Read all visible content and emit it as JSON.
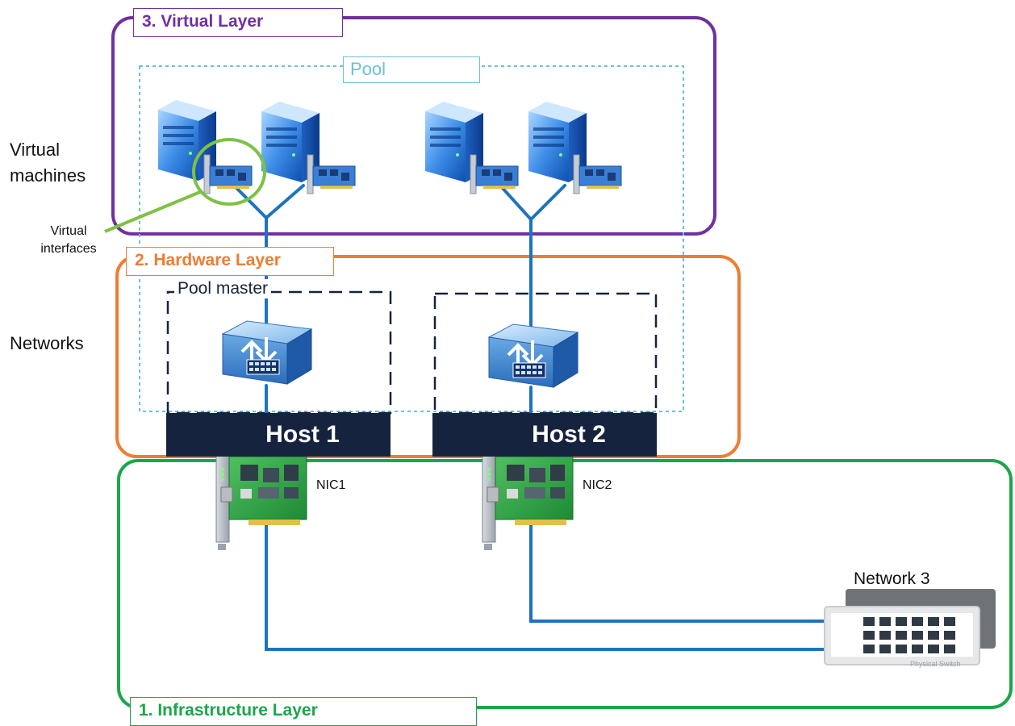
{
  "side_labels": {
    "virtual_machines_line1": "Virtual",
    "virtual_machines_line2": "machines",
    "virtual_interfaces_line1": "Virtual",
    "virtual_interfaces_line2": "interfaces",
    "networks": "Networks"
  },
  "layers": {
    "virtual": {
      "label": "3. Virtual Layer",
      "color": "#7030a0"
    },
    "hardware": {
      "label": "2. Hardware Layer",
      "color": "#ed7d31"
    },
    "infrastructure": {
      "label": "1. Infrastructure Layer",
      "color": "#1aa64a"
    }
  },
  "pool": {
    "label": "Pool",
    "color": "#6cc0d8"
  },
  "pool_master": "Pool master",
  "hosts": [
    {
      "label": "Host 1",
      "nic": "NIC1"
    },
    {
      "label": "Host 2",
      "nic": "NIC2"
    }
  ],
  "physical_switch": {
    "title": "Network 3",
    "caption": "Physical Switch"
  },
  "colors": {
    "cable": "#1e73be",
    "host_bg": "#16233f",
    "vif_circle": "#7dc242"
  },
  "icons": [
    "server-icon",
    "network-card-icon",
    "virtual-switch-icon",
    "physical-switch-icon"
  ]
}
